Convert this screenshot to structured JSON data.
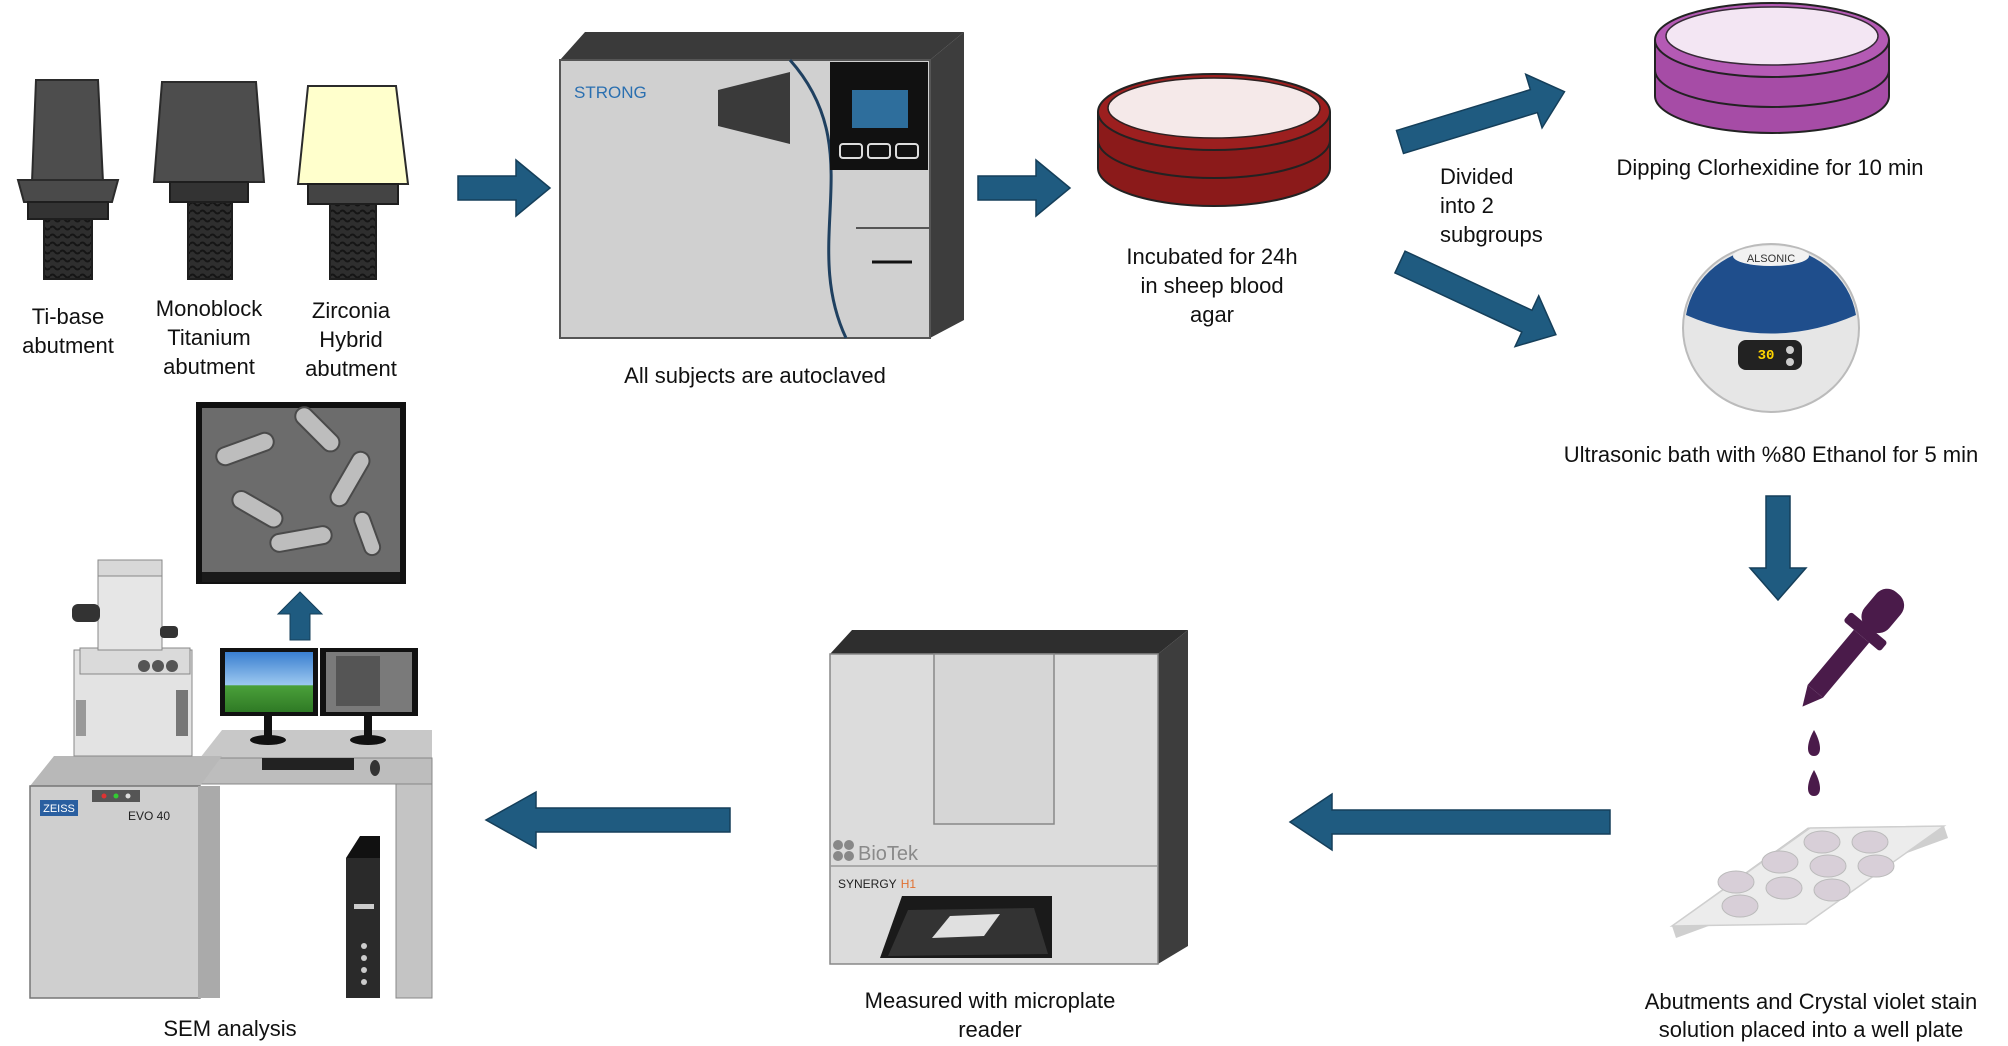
{
  "labels": {
    "ti_base": "Ti-base\nabutment",
    "monoblock": "Monoblock\nTitanium\nabutment",
    "zirconia": "Zirconia\nHybrid\nabutment",
    "autoclaved": "All subjects are autoclaved",
    "incubated": "Incubated for 24h\nin sheep blood\nagar",
    "divided": "Divided\ninto 2\nsubgroups",
    "dipping": "Dipping Clorhexidine for 10 min",
    "ultrasonic": "Ultrasonic bath with %80 Ethanol for 5 min",
    "well_plate": "Abutments and Crystal violet stain\nsolution placed into a well plate",
    "microplate": "Measured with microplate\nreader",
    "sem": "SEM analysis"
  },
  "device_text": {
    "autoclave_brand": "STRONG",
    "sonicator_brand": "ALSONIC",
    "sonicator_display": "30",
    "reader_brand": "BioTek",
    "reader_model": "SYNERGY",
    "reader_model_suffix": "H1",
    "sem_brand": "ZEISS",
    "sem_model": "EVO 40"
  },
  "colors": {
    "arrow": "#1f5b80",
    "arrow_edge": "#153f5a",
    "device_light": "#d9d9d9",
    "device_dark": "#3d3d3d",
    "agar": "#8b1a1a",
    "chlorhexidine": "#a64ca6",
    "crystal_violet": "#4a1b4a",
    "sonicator_blue": "#1f4e8c"
  }
}
